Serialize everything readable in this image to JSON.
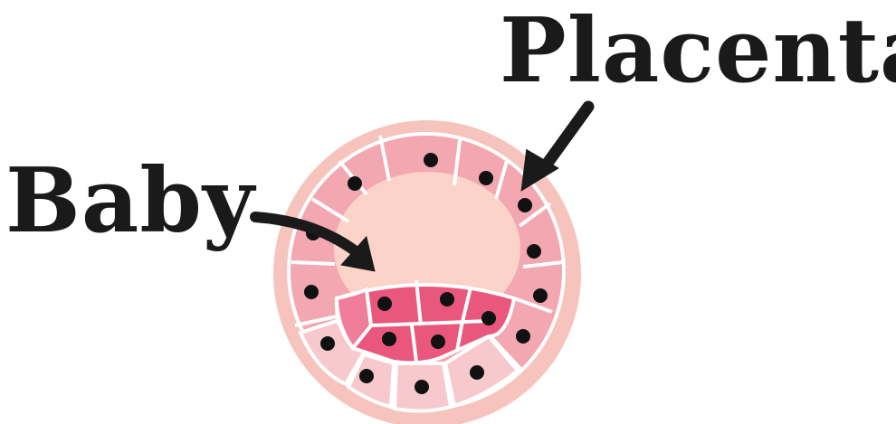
{
  "labels": {
    "placenta": "Placenta",
    "baby": "Baby"
  },
  "colors": {
    "outer_halo": "#f6c4bc",
    "outer_cell": "#f2a7b1",
    "outer_cell_light": "#f7c9cc",
    "cavity": "#fbd3c8",
    "inner_mass": "#e9577c",
    "inner_mass_light": "#f07e9a",
    "cell_border": "#ffffff",
    "nucleus": "#111111",
    "arrow": "#1a1a1a"
  },
  "icons": {
    "cell_diagram": "blastocyst-illustration",
    "arrow_placenta": "arrow-down-left",
    "arrow_baby": "arrow-curved-right"
  }
}
